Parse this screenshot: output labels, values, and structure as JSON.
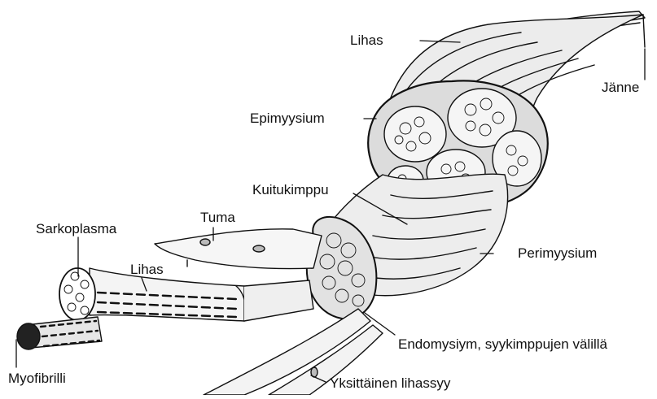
{
  "diagram": {
    "labels": {
      "lihas_top": "Lihas",
      "janne": "Jänne",
      "epimyysium": "Epimyysium",
      "kuitukimppu": "Kuitukimppu",
      "tuma": "Tuma",
      "sarkoplasma": "Sarkoplasma",
      "lihas_fiber": "Lihas",
      "perimyysium": "Perimyysium",
      "endomysiym": "Endomysiym, syykimppujen välillä",
      "myofibrilli": "Myofibrilli",
      "yksittainen": "Yksittäinen lihassyy"
    },
    "colors": {
      "ink": "#111111",
      "paper": "#ffffff",
      "shade": "#d9d9d9"
    }
  }
}
